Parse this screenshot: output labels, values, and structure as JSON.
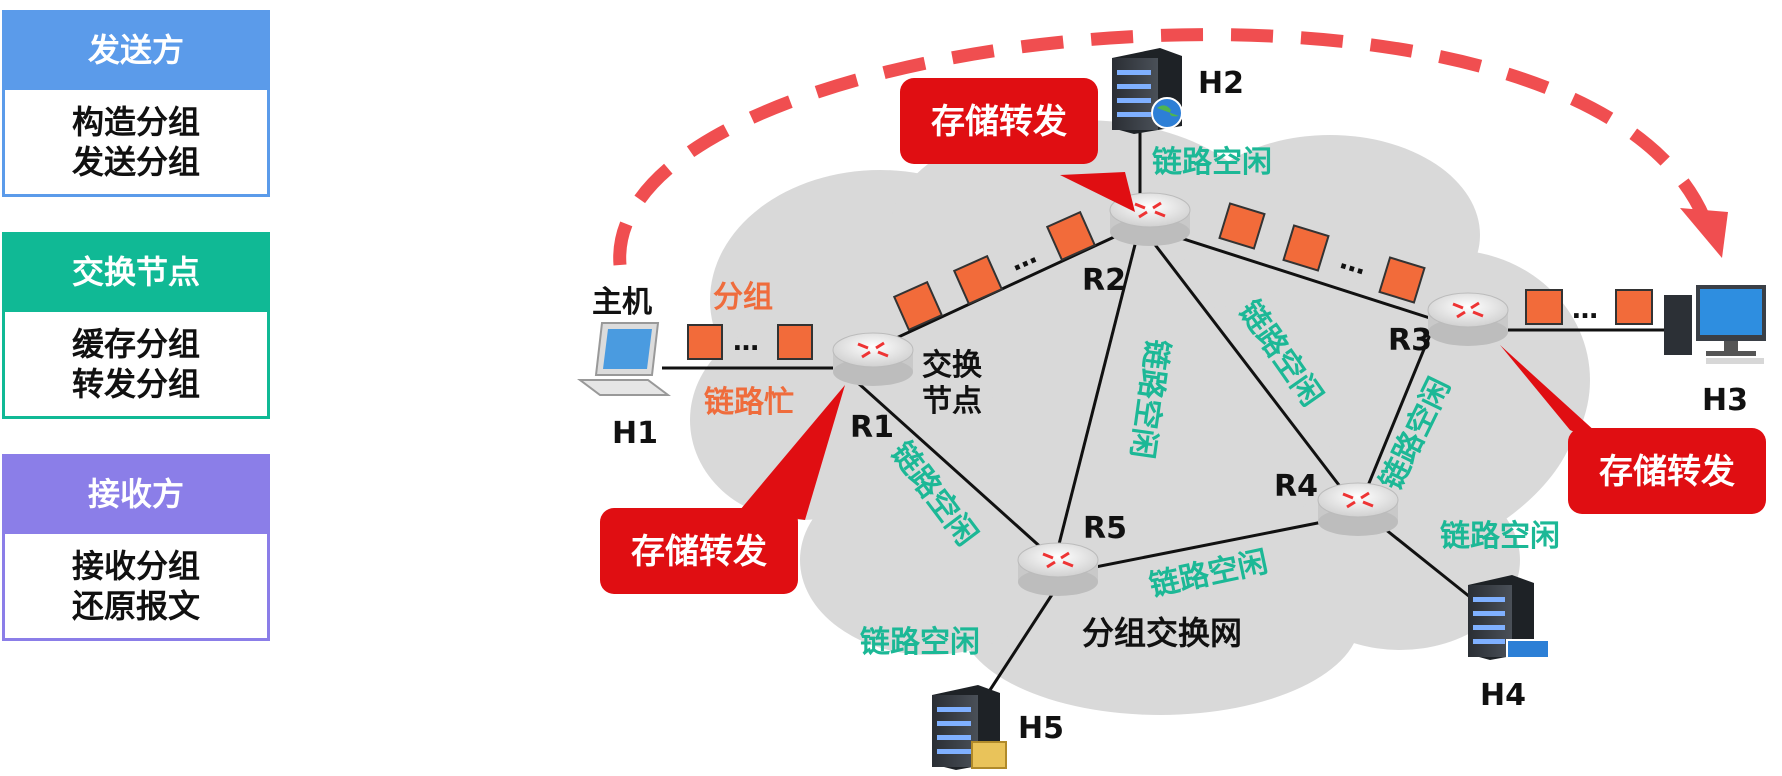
{
  "sidebar": {
    "sender": {
      "title": "发送方",
      "line1": "构造分组",
      "line2": "发送分组",
      "color": "#5B9BEA"
    },
    "switch": {
      "title": "交换节点",
      "line1": "缓存分组",
      "line2": "转发分组",
      "color": "#10B995"
    },
    "receiver": {
      "title": "接收方",
      "line1": "接收分组",
      "line2": "还原报文",
      "color": "#8B7EE8"
    }
  },
  "labels": {
    "host": "主机",
    "packet": "分组",
    "link_busy": "链路忙",
    "switch_node": [
      "交换",
      "节点"
    ],
    "network": "分组交换网",
    "ellipsis": "…",
    "store_forward": "存储转发",
    "link_idle": "链路空闲"
  },
  "nodes": {
    "H1": "H1",
    "H2": "H2",
    "H3": "H3",
    "H4": "H4",
    "H5": "H5",
    "R1": "R1",
    "R2": "R2",
    "R3": "R3",
    "R4": "R4",
    "R5": "R5"
  },
  "colors": {
    "callout_red": "#E00E12",
    "packet_orange": "#F26B3A",
    "busy_orange": "#EF6C3C",
    "idle_teal": "#1CB896",
    "cloud_gray": "#D9D9D9",
    "arc_red": "#F04E50"
  },
  "icons": {
    "laptop": "laptop-icon",
    "server": "server-icon",
    "desktop": "desktop-icon",
    "router": "router-icon"
  }
}
